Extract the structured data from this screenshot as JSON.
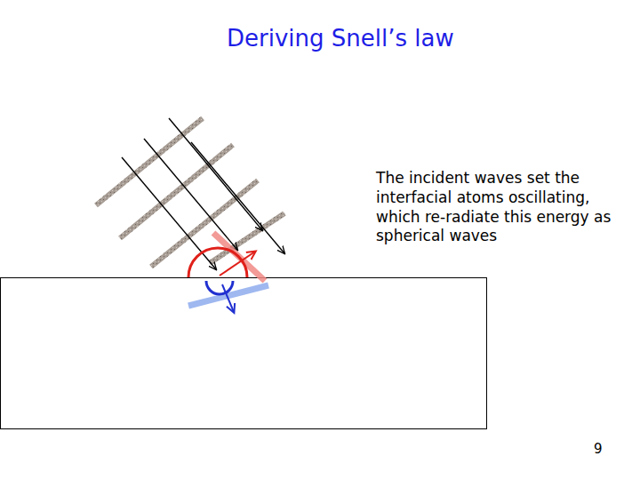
{
  "diagram": {
    "title": "Deriving Snell’s law",
    "labels": [
      "The incident waves set the interfacial atoms oscillating, which re-radiate this energy as spherical waves",
      "9"
    ]
  }
}
